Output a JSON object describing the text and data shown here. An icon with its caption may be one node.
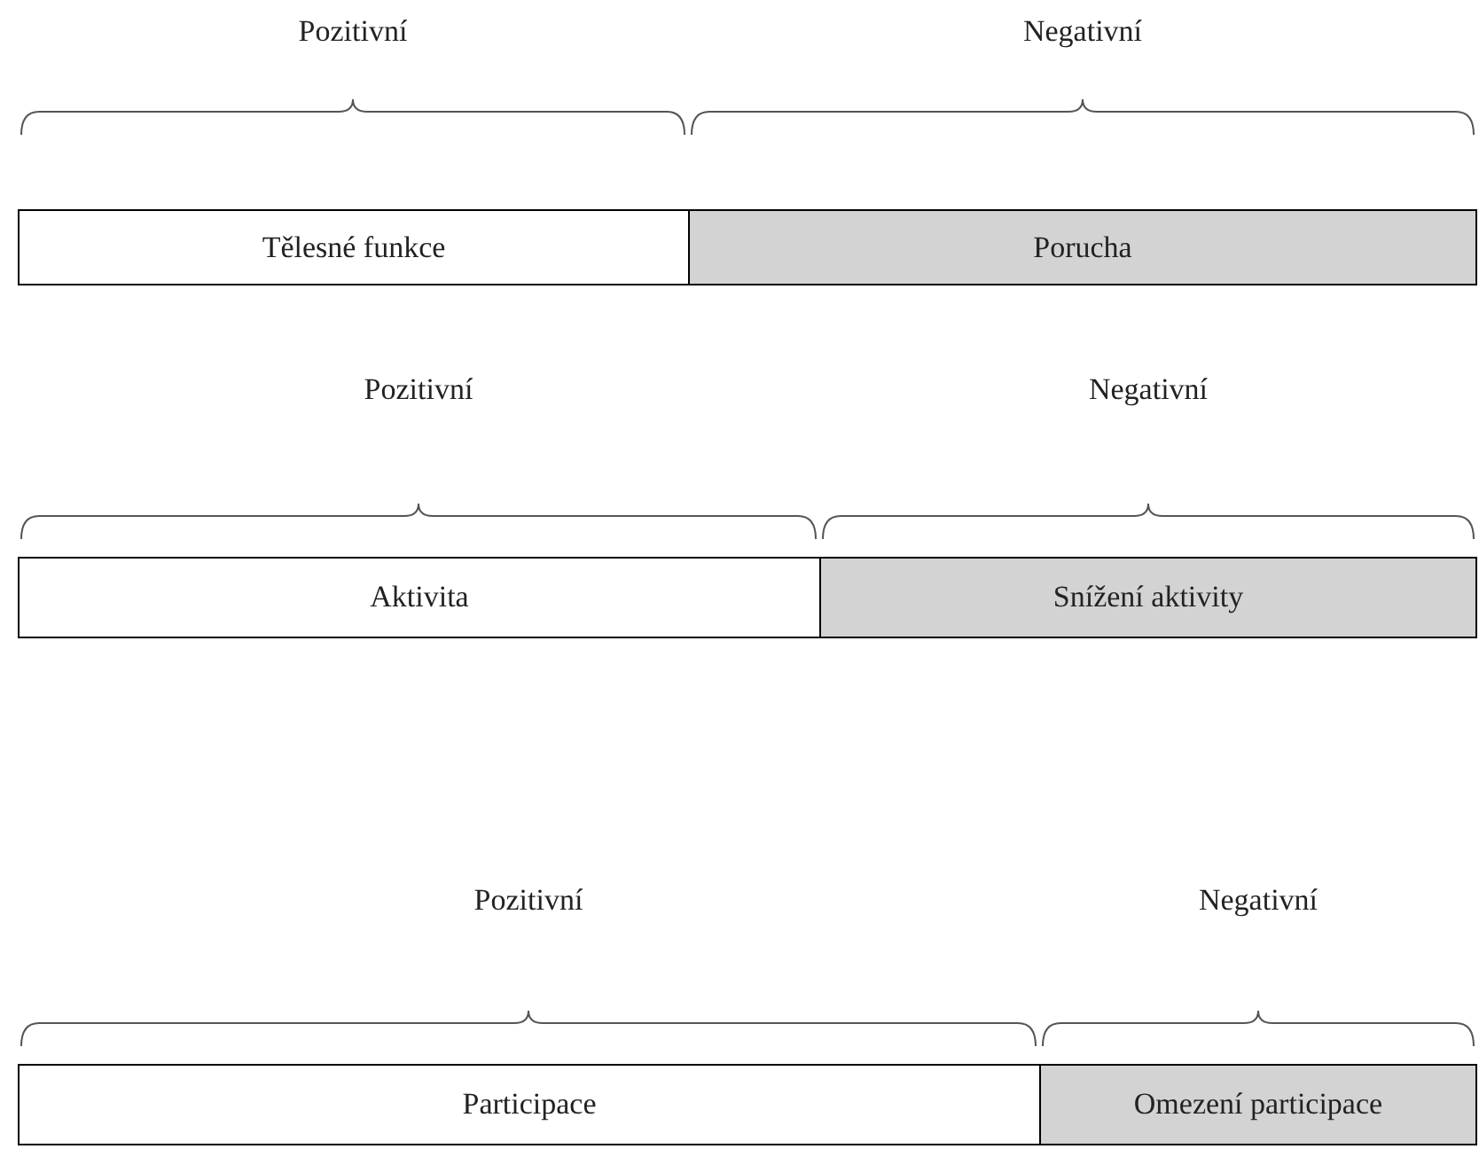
{
  "diagram": {
    "nodes": [
      {
        "text": [
          "Tělesné funkce"
        ]
      },
      {
        "text": [
          "Porucha"
        ]
      },
      {
        "text": [
          "Aktivita"
        ]
      },
      {
        "text": [
          "Snížení aktivity"
        ]
      },
      {
        "text": [
          "Participace"
        ]
      },
      {
        "text": [
          "Omezení participace"
        ]
      }
    ],
    "labels": [
      "Pozitivní",
      "Negativní",
      "Pozitivní",
      "Negativní",
      "Pozitivní",
      "Negativní"
    ]
  }
}
